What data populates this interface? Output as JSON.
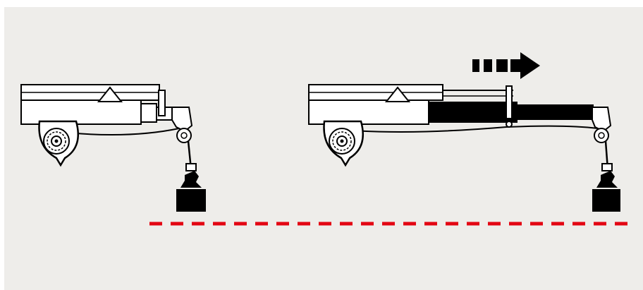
{
  "diagram": {
    "colors": {
      "background": "#ffffff",
      "panel": "#eeedea",
      "outline": "#000000",
      "fill_white": "#ffffff",
      "fill_black": "#000000",
      "reference_line": "#e30613"
    },
    "scenes": [
      {
        "name": "boom-retracted"
      },
      {
        "name": "boom-extended",
        "arrow_icon": "dashed-right-arrow-icon"
      }
    ],
    "reference_line": {
      "style": "dashed"
    }
  }
}
